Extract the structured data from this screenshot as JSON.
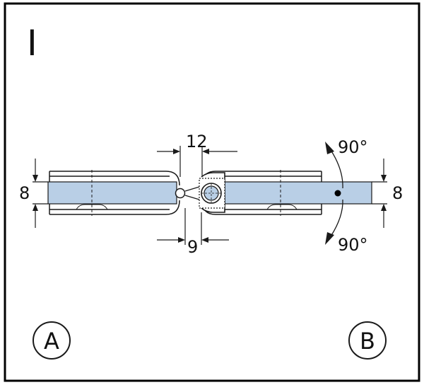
{
  "diagram": {
    "panel_label": "I",
    "dim_top": "12",
    "dim_bottom": "9",
    "thickness_left": "8",
    "thickness_right": "8",
    "angle_up": "90°",
    "angle_down": "90°",
    "side_left": "A",
    "side_right": "B"
  },
  "colors": {
    "glass": "#b9cfe6",
    "stroke": "#1a1a1a",
    "frame": "#000000"
  }
}
